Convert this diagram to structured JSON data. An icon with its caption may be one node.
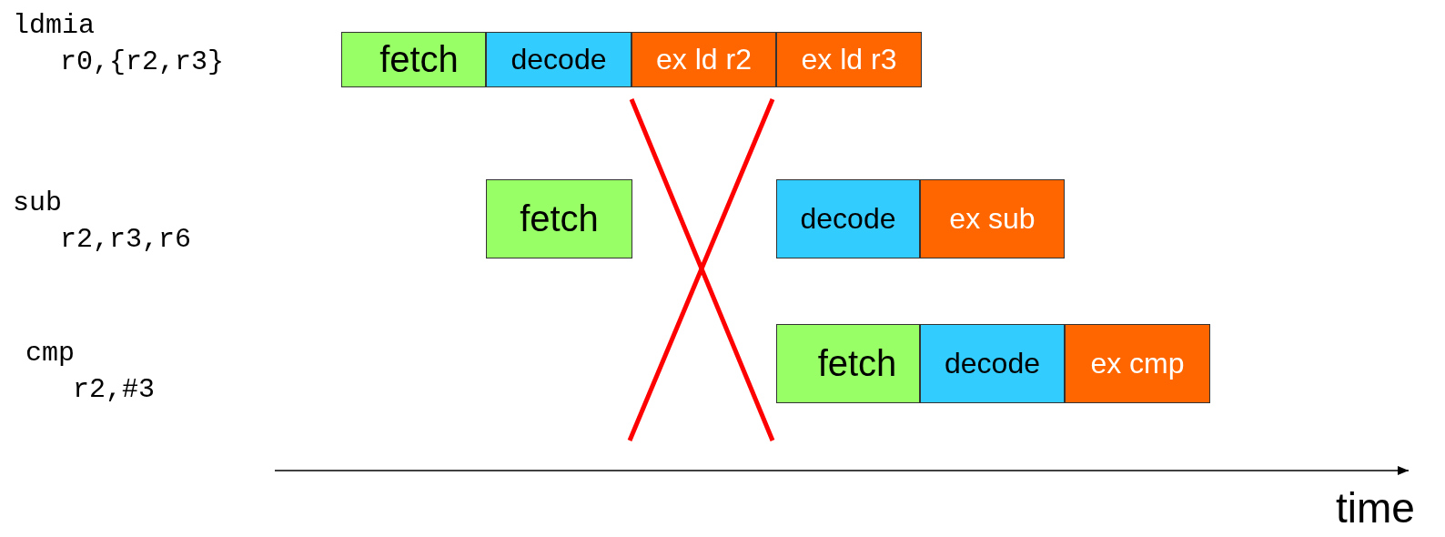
{
  "diagram": {
    "nodes": [
      {
        "text": [
          "fetch"
        ]
      },
      {
        "text": [
          "decode"
        ]
      },
      {
        "text": [
          "ex ld r2"
        ]
      },
      {
        "text": [
          "ex ld r3"
        ]
      },
      {
        "text": [
          "fetch"
        ]
      },
      {
        "text": [
          "decode"
        ]
      },
      {
        "text": [
          "ex sub"
        ]
      },
      {
        "text": [
          "fetch"
        ]
      },
      {
        "text": [
          "decode"
        ]
      },
      {
        "text": [
          "ex cmp"
        ]
      }
    ],
    "edges": [],
    "labels": [
      "ldmia r0,{r2,r3}",
      "sub r2,r3,r6",
      "cmp r2,#3",
      "time"
    ]
  }
}
